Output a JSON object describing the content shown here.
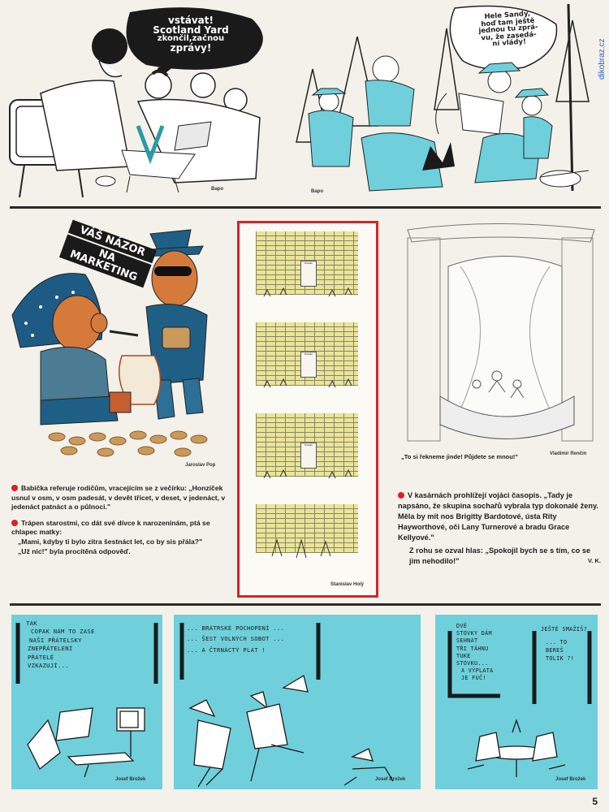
{
  "watermark": "dikobraz.cz",
  "page_number": "5",
  "top_strip": {
    "left_cartoon": {
      "speech": [
        "vstávat!",
        "Scotland Yard",
        "zkončil,začnou",
        "zprávy!"
      ],
      "signature": "Bapo"
    },
    "right_cartoon": {
      "speech": [
        "Hele Sandy,",
        "hoď tam ještě",
        "jednou tu zprá-",
        "vu, že zasedá-",
        "ní vlády!"
      ],
      "signature": "Bapo"
    }
  },
  "middle": {
    "grandma_cartoon": {
      "banner": [
        "VÁŠ NÁZOR",
        "NA MARKETING"
      ],
      "signature": "Jaroslav Pop"
    },
    "strip_cartoon": {
      "door_label": "Divadlo",
      "signature": "Stanislav Holý"
    },
    "theatre_cartoon": {
      "caption": "„To si řekneme jinde! Půjdete se mnou!\"",
      "signature": "Vladimír Renčín"
    },
    "jokes_left": [
      "Babička referuje rodičům, vracejícím se z večírku: „Honzíček usnul v osm, v osm padesát, v devět třicet, v deset, v jedenáct, v jedenáct patnáct a o půlnoci.\"",
      "Trápen starostmi, co dát své dívce k narozeninám, ptá se chlapec matky:"
    ],
    "jokes_left_dialogue": [
      "„Mami, kdyby ti bylo zítra šestnáct let, co by sis přála?\"",
      "„Už nic!\" byla procítěná odpověď."
    ],
    "joke_right": "V kasárnách prohlížejí vojáci časopis. „Tady je napsáno, že skupina sochařů vybrala typ dokonalé ženy. Měla by mít nos Brigitty Bardotové, ústa Rity Hayworthové, oči Lany Turnerové a bradu Grace Kellyové.\"",
    "joke_right_end": "Z rohu se ozval hlas: „Spokojil bych se s tím, co se jim nehodilo!\"",
    "joke_right_author": "V. K."
  },
  "bottom": {
    "panel1": {
      "text": [
        "TAK",
        "COPAK NÁM TO ZASE",
        "NAŠI PŘÁTELSKY",
        "ZNEPŘÁTELENÍ",
        "PŘÁTELÉ",
        "VZKAZUJÍ..."
      ],
      "signature": "Josef Brožek"
    },
    "panel2": {
      "text": [
        "... BRATRSKÉ POCHOPENÍ ...",
        "... ŠEST VOLNÝCH SOBOT ...",
        "... A ČTRNÁCTÝ PLAT !"
      ],
      "signature": "Josef Brožek"
    },
    "panel3": {
      "text_left": [
        "DVĚ",
        "STOVKY DÁM",
        "SEHNAT",
        "TŘI TÁHNU",
        "TUKE",
        "STOVKU...",
        "A VÝPLATA",
        "JE FUČ!"
      ],
      "text_right": [
        "JEŠTĚ SMAŽIŠ?",
        "... TO",
        "BEREŠ",
        "TOLIK ?!"
      ],
      "signature": "Josef Brožek"
    }
  },
  "colors": {
    "cyan": "#6fd0dc",
    "red_frame": "#d8232a",
    "brick_yellow": "#e9e49a",
    "watermark_blue": "#2f62c7"
  }
}
